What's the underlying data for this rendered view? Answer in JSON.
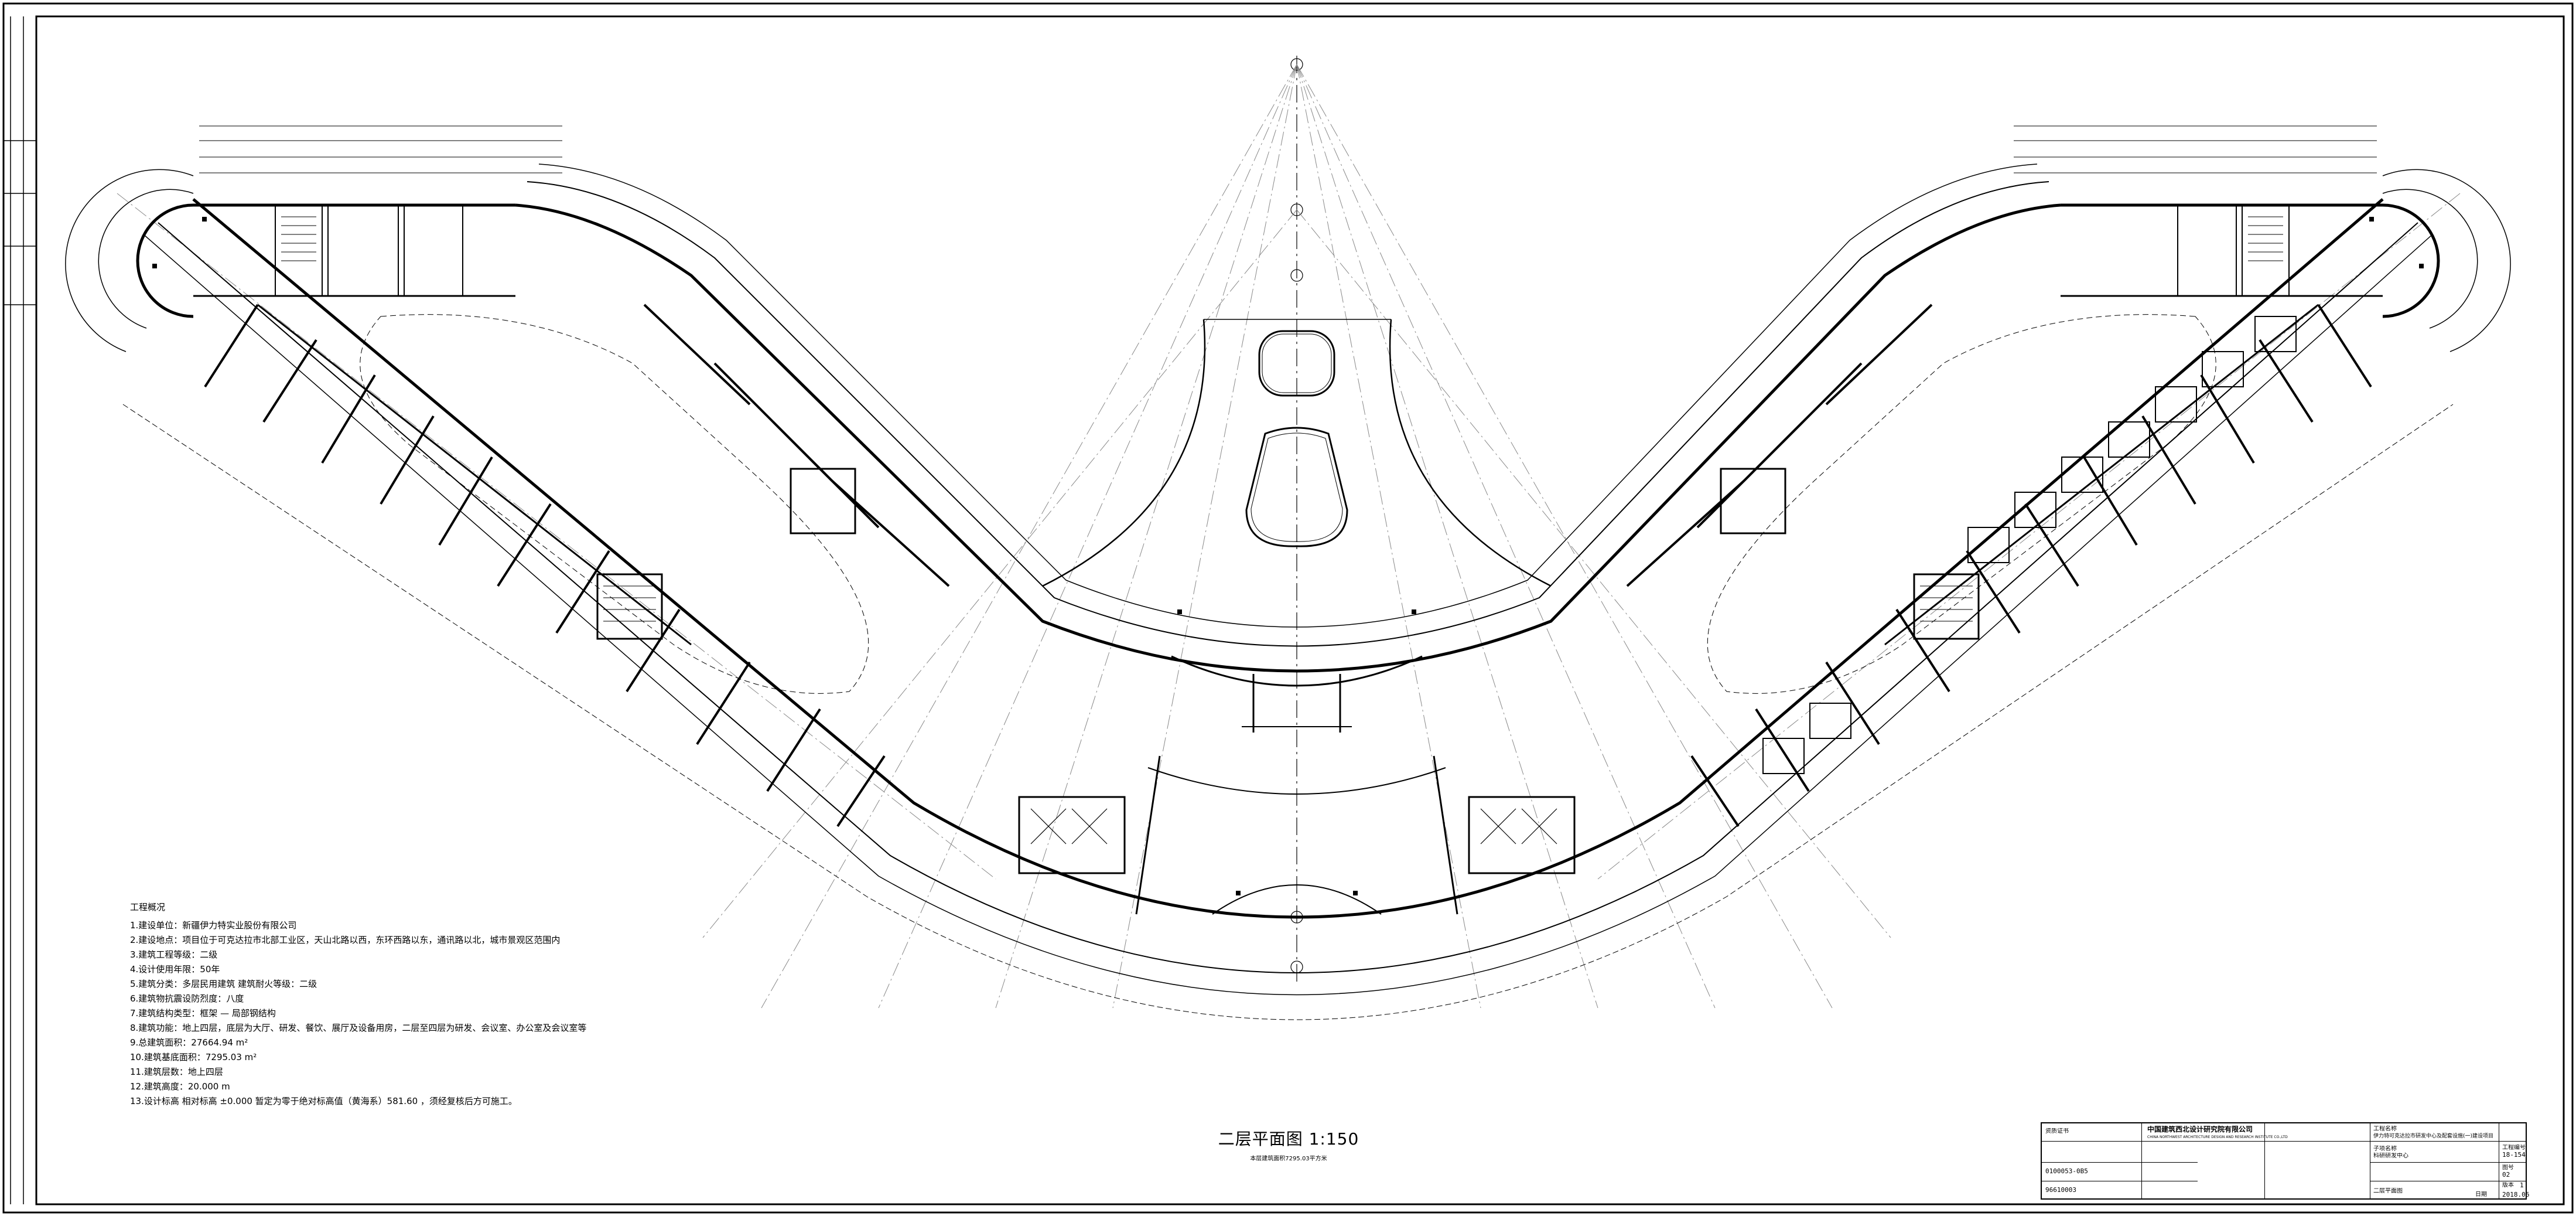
{
  "drawing_title": "二层平面图",
  "drawing_scale": "1:150",
  "drawing_subtitle": "本层建筑面积7295.03平方米",
  "notes": {
    "heading": "工程概况",
    "items": [
      "1.建设单位：新疆伊力特实业股份有限公司",
      "2.建设地点：项目位于可克达拉市北部工业区，天山北路以西，东环西路以东，通讯路以北，城市景观区范围内",
      "3.建筑工程等级：二级",
      "4.设计使用年限：50年",
      "5.建筑分类：多层民用建筑    建筑耐火等级：二级",
      "6.建筑物抗震设防烈度：八度",
      "7.建筑结构类型：框架    —  局部钢结构",
      "8.建筑功能：地上四层，底层为大厅、研发、餐饮、展厅及设备用房，二层至四层为研发、会议室、办公室及会议室等",
      "9.总建筑面积：27664.94 m²",
      "10.建筑基底面积：7295.03 m²",
      "11.建筑层数：地上四层",
      "12.建筑高度：20.000 m",
      "13.设计标高  相对标高 ±0.000  暂定为零于绝对标高值（黄海系）581.60 ，须经复核后方可施工。"
    ]
  },
  "title_block": {
    "company": "中国建筑西北设计研究院有限公司",
    "company_en": "CHINA NORTHWEST ARCHITECTURE DESIGN AND RESEARCH INSTITUTE CO.,LTD",
    "cert_label": "资质证书",
    "cert_no_1": "0100053-0B5",
    "cert_no_2": "96610003",
    "project_name_label": "工程名称",
    "project_name": "伊力特可克达拉市研发中心及配套设施(一)建设项目",
    "sub_item_label": "子项名称",
    "sub_item": "科研研发中心",
    "drawing_name": "二层平面图",
    "project_no_label": "工程编号",
    "project_no": "18-154",
    "drawing_no_label": "图号",
    "drawing_no": "02",
    "version_label": "版本",
    "version": "1",
    "date_label": "日期",
    "date": "2018.06"
  },
  "colors": {
    "line": "#000000",
    "hatch": "#333333",
    "background": "#ffffff"
  }
}
